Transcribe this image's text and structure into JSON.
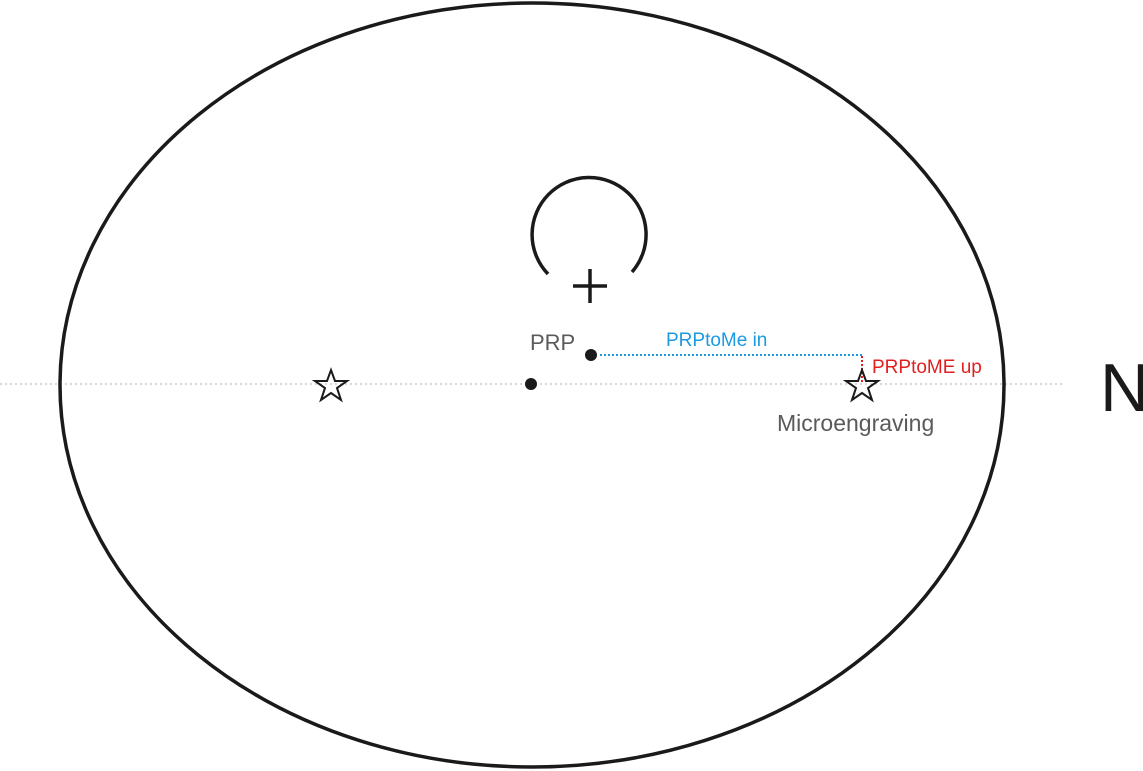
{
  "labels": {
    "prp": "PRP",
    "prp_to_me_in": "PRPtoMe in",
    "prp_to_me_up": "PRPtoME up",
    "microengraving": "Microengraving",
    "north": "N"
  },
  "colors": {
    "outline": "#1a1a1a",
    "label_gray": "#5a5a5a",
    "blue": "#1a9ae0",
    "red": "#e02020",
    "axis": "#b0b0b0"
  }
}
